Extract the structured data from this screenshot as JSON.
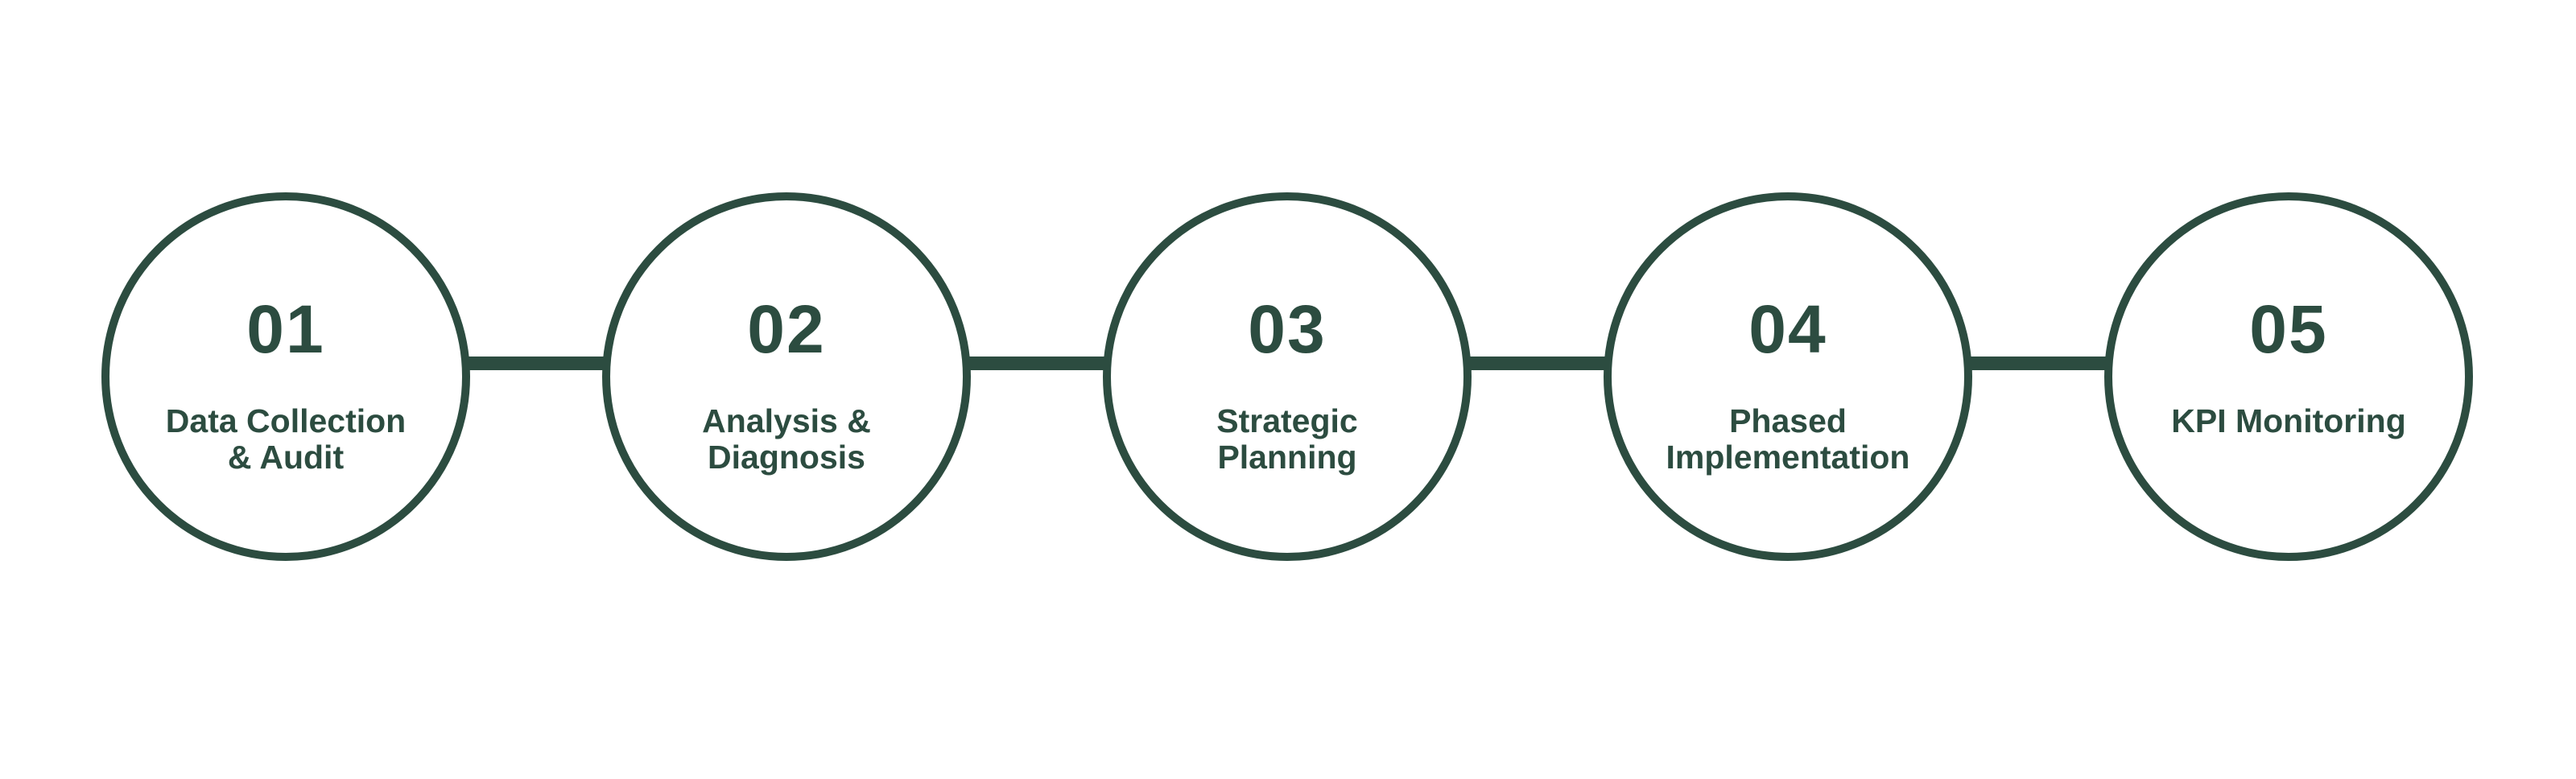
{
  "accent_color": "#2c4c40",
  "steps": [
    {
      "number": "01",
      "label_line1": "Data Collection",
      "label_line2": "& Audit"
    },
    {
      "number": "02",
      "label_line1": "Analysis &",
      "label_line2": "Diagnosis"
    },
    {
      "number": "03",
      "label_line1": "Strategic",
      "label_line2": "Planning"
    },
    {
      "number": "04",
      "label_line1": "Phased",
      "label_line2": "Implementation"
    },
    {
      "number": "05",
      "label_line1": "KPI Monitoring",
      "label_line2": ""
    }
  ]
}
